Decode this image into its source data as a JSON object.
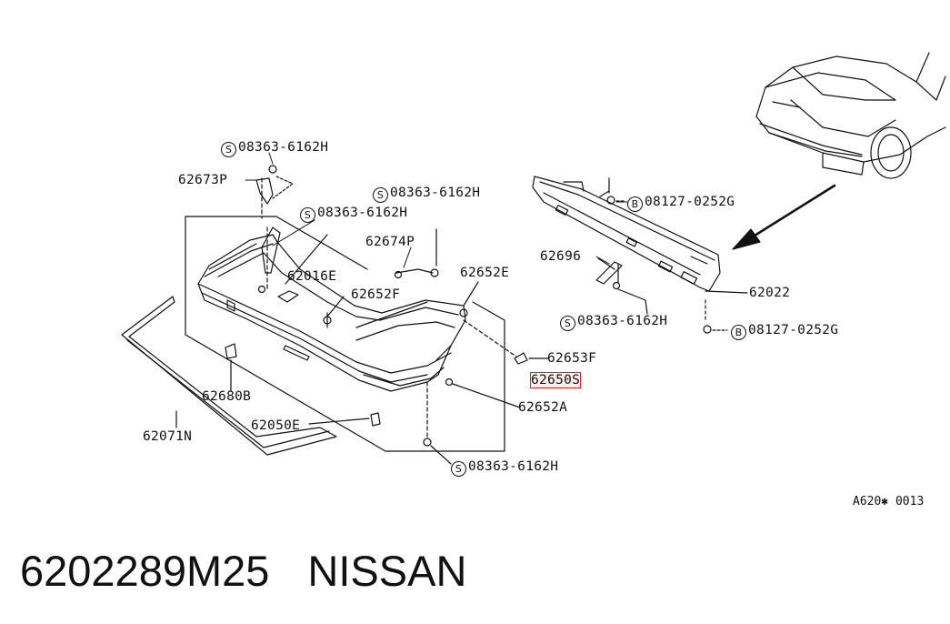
{
  "diagram": {
    "labels": {
      "l_08363_top": "08363-6162H",
      "l_62673p": "62673P",
      "l_08363_mid": "08363-6162H",
      "l_08363_a": "08363-6162H",
      "l_62674p": "62674P",
      "l_62016e": "62016E",
      "l_62652f": "62652F",
      "l_62652e": "62652E",
      "l_62653f": "62653F",
      "l_62650s": "62650S",
      "l_62652a": "62652A",
      "l_62680b": "62680B",
      "l_62050e": "62050E",
      "l_62071n": "62071N",
      "l_08363_bot": "08363-6162H",
      "l_08127_top": "08127-0252G",
      "l_62696": "62696",
      "l_62022": "62022",
      "l_08363_right": "08363-6162H",
      "l_08127_bot": "08127-0252G"
    },
    "prefix_s": "S",
    "prefix_b": "B",
    "ref_code": "A620✱ 0013",
    "highlighted_part": "62650S"
  },
  "footer": {
    "part_number": "6202289M25",
    "brand": "NISSAN"
  }
}
